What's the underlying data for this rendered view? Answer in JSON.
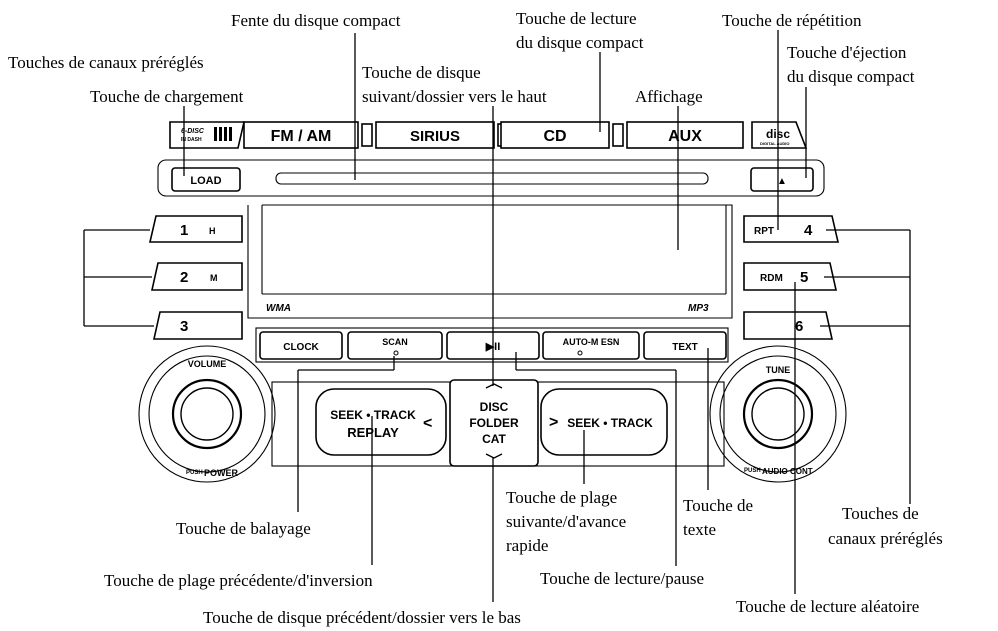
{
  "labels": {
    "cd_slot": "Fente du disque compact",
    "cd_play_l1": "Touche de lecture",
    "cd_play_l2": "du disque compact",
    "repeat": "Touche de répétition",
    "eject_l1": "Touche d'éjection",
    "eject_l2": "du disque compact",
    "presets_left": "Touches de canaux préréglés",
    "disc_up_l1": "Touche de disque",
    "disc_up_l2": "suivant/dossier vers le haut",
    "load": "Touche de chargement",
    "display": "Affichage",
    "scan": "Touche de balayage",
    "next_track_l1": "Touche de plage",
    "next_track_l2": "suivante/d'avance",
    "next_track_l3": "rapide",
    "text_l1": "Touche de",
    "text_l2": "texte",
    "presets_right_l1": "Touches de",
    "presets_right_l2": "canaux préréglés",
    "prev_track": "Touche de plage précédente/d'inversion",
    "play_pause": "Touche de lecture/pause",
    "disc_down": "Touche de disque précédent/dossier vers le bas",
    "random": "Touche de lecture aléatoire"
  },
  "panel": {
    "changer_logo_l1": "6-DISC",
    "changer_logo_l2": "IN DASH",
    "band_fm_am": "FM / AM",
    "band_sirius": "SIRIUS",
    "band_cd": "CD",
    "band_aux": "AUX",
    "cd_logo_l1": "disc",
    "cd_logo_l2": "DIGITAL AUDIO",
    "load_btn": "LOAD",
    "eject_btn": "▲",
    "preset_1": "1",
    "preset_1_sub": "H",
    "preset_2": "2",
    "preset_2_sub": "M",
    "preset_3": "3",
    "preset_4": "4",
    "preset_4_sub": "RPT",
    "preset_5": "5",
    "preset_5_sub": "RDM",
    "preset_6": "6",
    "wma_logo": "WMA",
    "mp3_logo": "MP3",
    "clock_btn": "CLOCK",
    "scan_btn": "SCAN",
    "play_btn": "▶II",
    "automesn_btn": "AUTO-M ESN",
    "text_btn": "TEXT",
    "volume_label": "VOLUME",
    "push_power_l1": "PUSH",
    "push_power_l2": "POWER",
    "tune_label": "TUNE",
    "push_audio_l1": "PUSH",
    "push_audio_l2": "AUDIO CONT",
    "seek_track_back": "SEEK • TRACK",
    "replay": "REPLAY",
    "back_arrow": "<",
    "fwd_arrow": ">",
    "seek_track_fwd": "SEEK • TRACK",
    "disc_btn": "DISC",
    "folder_btn": "FOLDER",
    "cat_btn": "CAT",
    "up_arrow": "︿",
    "down_arrow": "﹀"
  }
}
